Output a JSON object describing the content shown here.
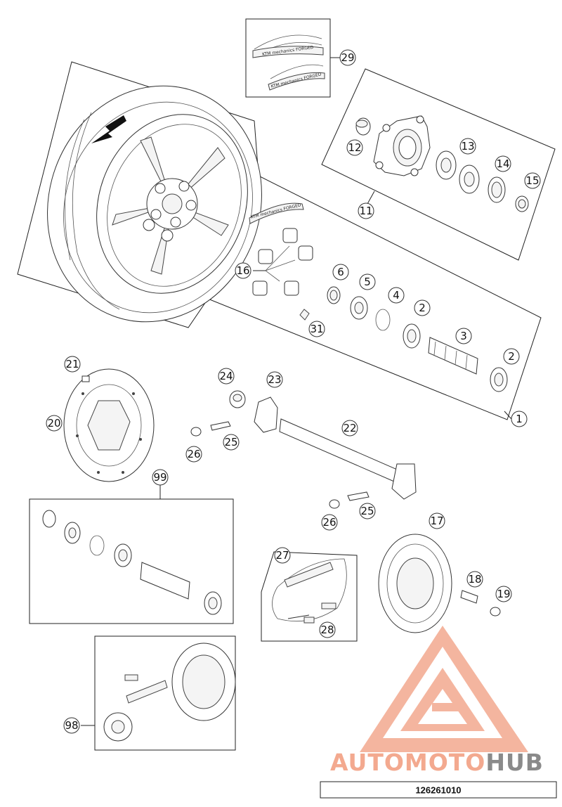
{
  "diagram": {
    "callouts": [
      {
        "id": "c29",
        "label": "29"
      },
      {
        "id": "c12",
        "label": "12"
      },
      {
        "id": "c13",
        "label": "13"
      },
      {
        "id": "c14",
        "label": "14"
      },
      {
        "id": "c15",
        "label": "15"
      },
      {
        "id": "c11",
        "label": "11"
      },
      {
        "id": "c16",
        "label": "16"
      },
      {
        "id": "c6",
        "label": "6"
      },
      {
        "id": "c5",
        "label": "5"
      },
      {
        "id": "c4",
        "label": "4"
      },
      {
        "id": "c2a",
        "label": "2"
      },
      {
        "id": "c3",
        "label": "3"
      },
      {
        "id": "c2b",
        "label": "2"
      },
      {
        "id": "c31",
        "label": "31"
      },
      {
        "id": "c1",
        "label": "1"
      },
      {
        "id": "c21",
        "label": "21"
      },
      {
        "id": "c24",
        "label": "24"
      },
      {
        "id": "c23",
        "label": "23"
      },
      {
        "id": "c20",
        "label": "20"
      },
      {
        "id": "c22",
        "label": "22"
      },
      {
        "id": "c26a",
        "label": "26"
      },
      {
        "id": "c25a",
        "label": "25"
      },
      {
        "id": "c99",
        "label": "99"
      },
      {
        "id": "c17",
        "label": "17"
      },
      {
        "id": "c26b",
        "label": "26"
      },
      {
        "id": "c25b",
        "label": "25"
      },
      {
        "id": "c27",
        "label": "27"
      },
      {
        "id": "c18",
        "label": "18"
      },
      {
        "id": "c19",
        "label": "19"
      },
      {
        "id": "c28",
        "label": "28"
      },
      {
        "id": "c98",
        "label": "98"
      }
    ],
    "decal_text": "KTM mechanics FORGED",
    "part_number": "126261010"
  },
  "watermark": {
    "brand_part1": "AUTO",
    "brand_part2": "MOTO",
    "brand_part3": "HUB",
    "color_primary": "#f3a98f",
    "color_secondary": "#8a8a8a"
  }
}
